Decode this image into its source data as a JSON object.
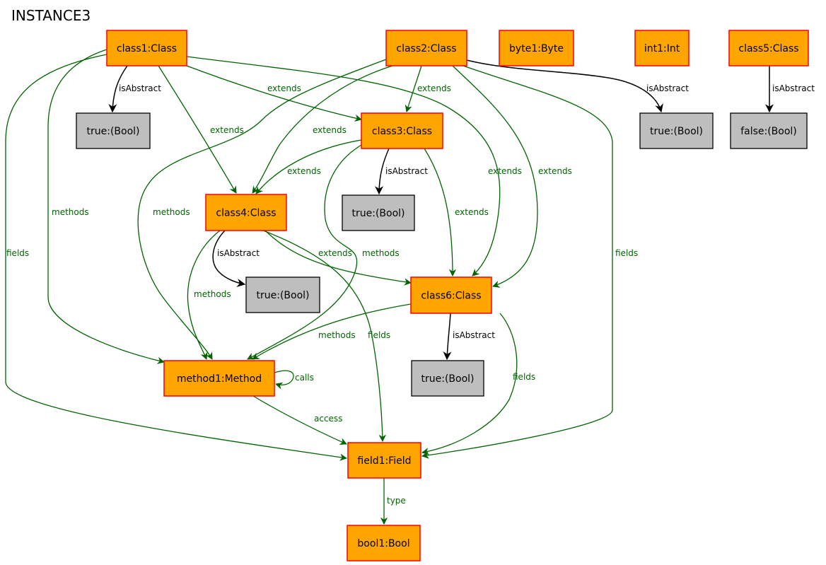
{
  "title": "INSTANCE3",
  "colors": {
    "class_fill": "#FFA500",
    "class_border": "#FF0000",
    "value_fill": "#BEBEBE",
    "value_border": "#000000",
    "green_edge": "#006400",
    "black_edge": "#000000"
  },
  "nodes": [
    {
      "id": "class1",
      "label": "class1:Class",
      "kind": "object"
    },
    {
      "id": "class2",
      "label": "class2:Class",
      "kind": "object"
    },
    {
      "id": "byte1",
      "label": "byte1:Byte",
      "kind": "object"
    },
    {
      "id": "int1",
      "label": "int1:Int",
      "kind": "object"
    },
    {
      "id": "class5",
      "label": "class5:Class",
      "kind": "object"
    },
    {
      "id": "t1",
      "label": "true:(Bool)",
      "kind": "value"
    },
    {
      "id": "class3",
      "label": "class3:Class",
      "kind": "object"
    },
    {
      "id": "t2",
      "label": "true:(Bool)",
      "kind": "value"
    },
    {
      "id": "f5",
      "label": "false:(Bool)",
      "kind": "value"
    },
    {
      "id": "class4",
      "label": "class4:Class",
      "kind": "object"
    },
    {
      "id": "t3",
      "label": "true:(Bool)",
      "kind": "value"
    },
    {
      "id": "t4",
      "label": "true:(Bool)",
      "kind": "value"
    },
    {
      "id": "class6",
      "label": "class6:Class",
      "kind": "object"
    },
    {
      "id": "method1",
      "label": "method1:Method",
      "kind": "object"
    },
    {
      "id": "t6",
      "label": "true:(Bool)",
      "kind": "value"
    },
    {
      "id": "field1",
      "label": "field1:Field",
      "kind": "object"
    },
    {
      "id": "bool1",
      "label": "bool1:Bool",
      "kind": "object"
    }
  ],
  "edges": [
    {
      "id": "e1",
      "from": "class1",
      "to": "t1",
      "label": "isAbstract",
      "color": "black"
    },
    {
      "id": "e2",
      "from": "class1",
      "to": "class3",
      "label": "extends",
      "color": "green"
    },
    {
      "id": "e3",
      "from": "class1",
      "to": "class4",
      "label": "extends",
      "color": "green"
    },
    {
      "id": "e4",
      "from": "class1",
      "to": "class6",
      "label": "extends",
      "color": "green"
    },
    {
      "id": "e5",
      "from": "class1",
      "to": "method1",
      "label": "methods",
      "color": "green"
    },
    {
      "id": "e6",
      "from": "class1",
      "to": "field1",
      "label": "fields",
      "color": "green"
    },
    {
      "id": "e7",
      "from": "class2",
      "to": "class3",
      "label": "extends",
      "color": "green"
    },
    {
      "id": "e8",
      "from": "class2",
      "to": "class4",
      "label": "extends",
      "color": "green"
    },
    {
      "id": "e9",
      "from": "class2",
      "to": "t2",
      "label": "isAbstract",
      "color": "black"
    },
    {
      "id": "e10",
      "from": "class2",
      "to": "class6",
      "label": "extends",
      "color": "green"
    },
    {
      "id": "e11",
      "from": "class2",
      "to": "method1",
      "label": "methods",
      "color": "green"
    },
    {
      "id": "e12",
      "from": "class2",
      "to": "field1",
      "label": "fields",
      "color": "green"
    },
    {
      "id": "e13",
      "from": "class5",
      "to": "f5",
      "label": "isAbstract",
      "color": "black"
    },
    {
      "id": "e14",
      "from": "class3",
      "to": "class4",
      "label": "extends",
      "color": "green"
    },
    {
      "id": "e15",
      "from": "class3",
      "to": "t4",
      "label": "isAbstract",
      "color": "black"
    },
    {
      "id": "e16",
      "from": "class3",
      "to": "class6",
      "label": "extends",
      "color": "green"
    },
    {
      "id": "e17",
      "from": "class3",
      "to": "method1",
      "label": "methods",
      "color": "green"
    },
    {
      "id": "e18",
      "from": "class4",
      "to": "t3",
      "label": "isAbstract",
      "color": "black"
    },
    {
      "id": "e19",
      "from": "class4",
      "to": "method1",
      "label": "methods",
      "color": "green"
    },
    {
      "id": "e20",
      "from": "class4",
      "to": "class6",
      "label": "extends",
      "color": "green"
    },
    {
      "id": "e21",
      "from": "class4",
      "to": "field1",
      "label": "fields",
      "color": "green"
    },
    {
      "id": "e22",
      "from": "class6",
      "to": "method1",
      "label": "methods",
      "color": "green"
    },
    {
      "id": "e23",
      "from": "class6",
      "to": "t6",
      "label": "isAbstract",
      "color": "black"
    },
    {
      "id": "e24",
      "from": "class6",
      "to": "field1",
      "label": "fields",
      "color": "green"
    },
    {
      "id": "e25",
      "from": "method1",
      "to": "method1",
      "label": "calls",
      "color": "green"
    },
    {
      "id": "e26",
      "from": "method1",
      "to": "field1",
      "label": "access",
      "color": "green"
    },
    {
      "id": "e27",
      "from": "field1",
      "to": "bool1",
      "label": "type",
      "color": "green"
    }
  ]
}
